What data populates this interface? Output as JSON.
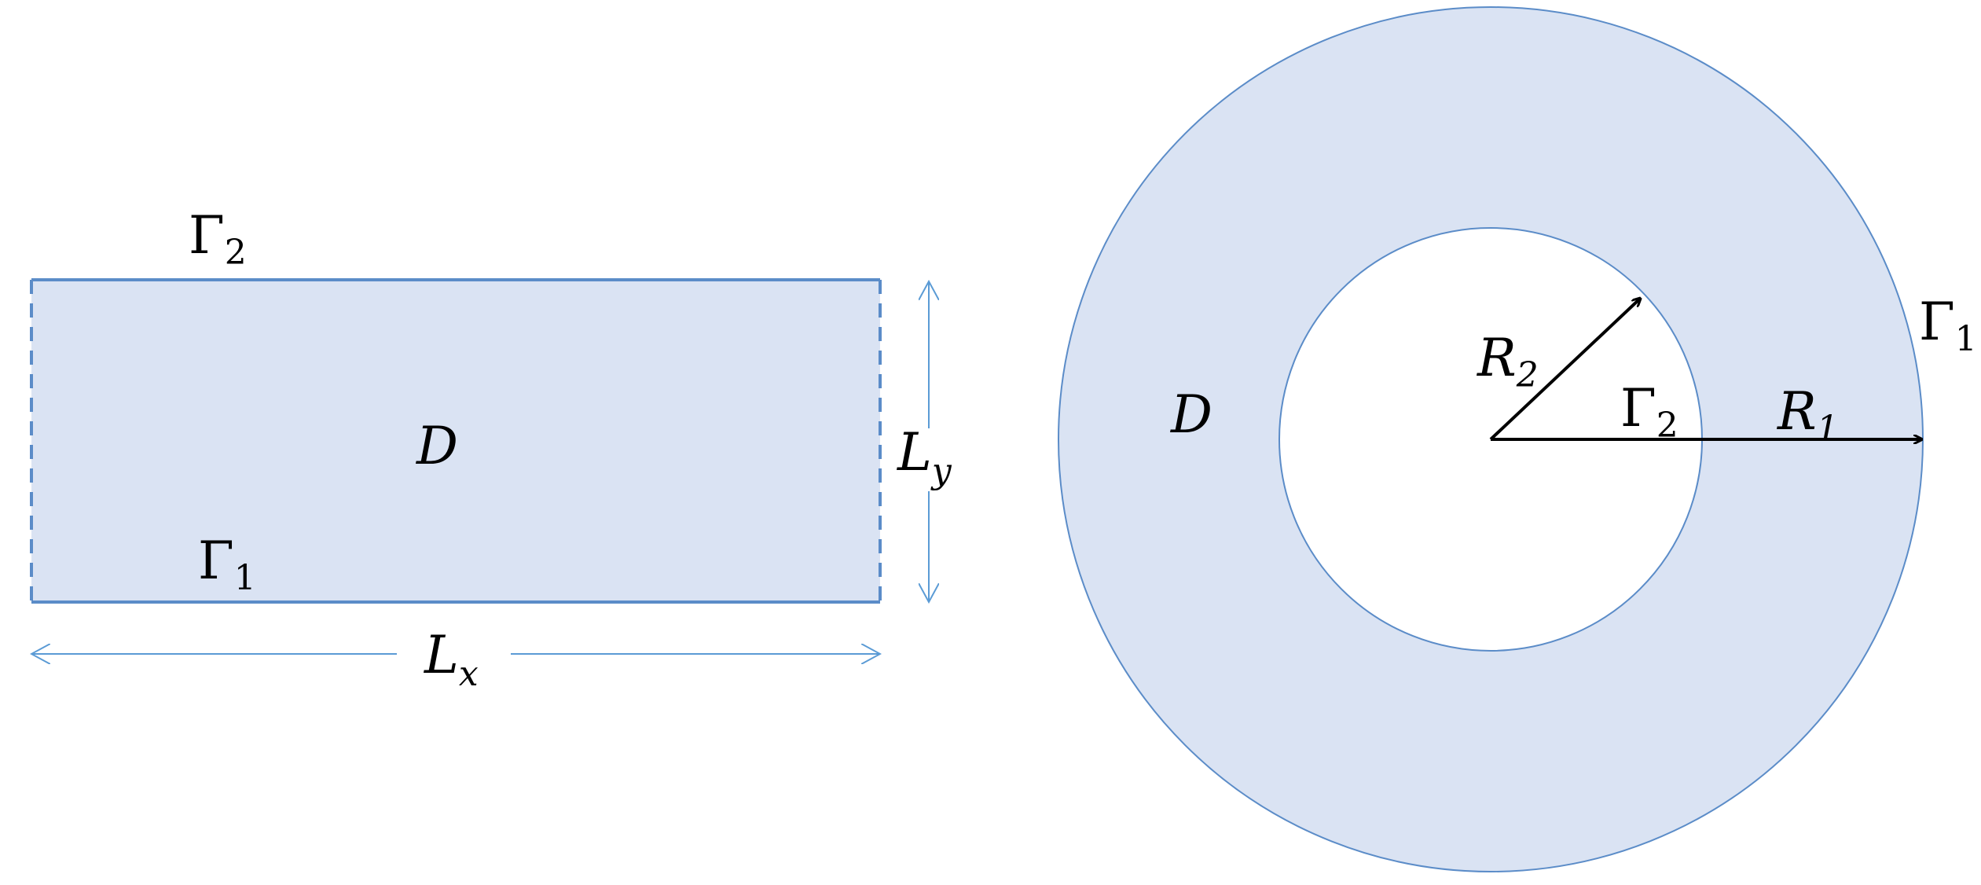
{
  "colors": {
    "region_fill": "#dae3f3",
    "boundary_stroke": "#5b8cc8",
    "dimension_stroke": "#5b9bd5",
    "radius_arrow": "#000000",
    "text": "#000000"
  },
  "rectangle_panel": {
    "domain_label": "D",
    "top_boundary": {
      "base": "Γ",
      "sub": "2"
    },
    "bottom_boundary": {
      "base": "Γ",
      "sub": "1"
    },
    "width_label": {
      "base": "L",
      "sub": "x"
    },
    "height_label": {
      "base": "L",
      "sub": "y"
    },
    "side_boundaries_style": "dashed"
  },
  "annulus_panel": {
    "domain_label": "D",
    "outer_boundary": {
      "base": "Γ",
      "sub": "1"
    },
    "inner_boundary": {
      "base": "Γ",
      "sub": "2"
    },
    "outer_radius": {
      "base": "R",
      "sub": "1"
    },
    "inner_radius": {
      "base": "R",
      "sub": "2"
    }
  }
}
